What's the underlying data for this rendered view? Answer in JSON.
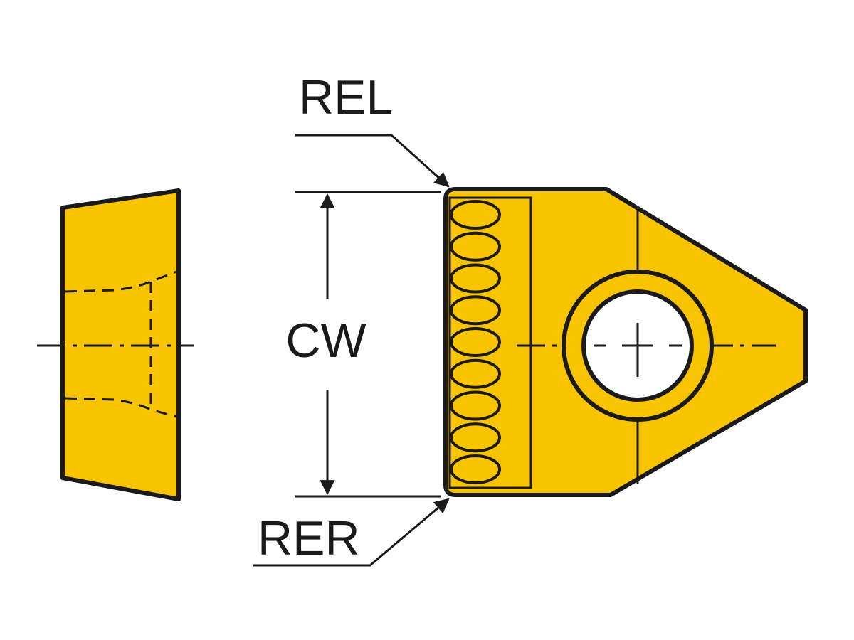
{
  "labels": {
    "rel": "REL",
    "cw": "CW",
    "rer": "RER"
  },
  "colors": {
    "insert_fill": "#F8C300",
    "outline": "#1a1a1a",
    "background": "#ffffff"
  },
  "views": [
    "side-view",
    "top-view"
  ],
  "features": {
    "cutting_edge_teeth": 9,
    "center_hole": true
  }
}
